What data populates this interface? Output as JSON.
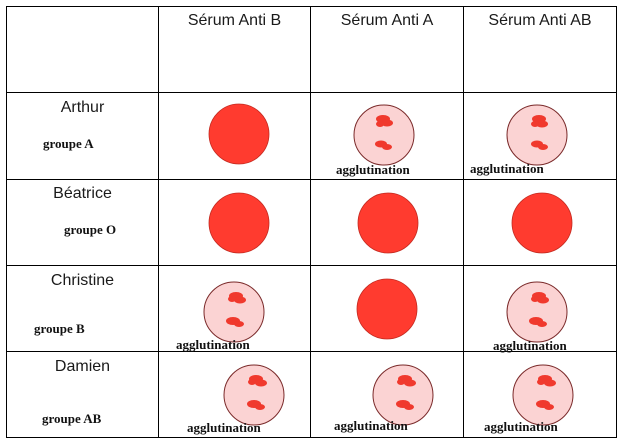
{
  "headers": [
    "Sérum Anti B",
    "Sérum Anti A",
    "Sérum Anti AB"
  ],
  "rows": [
    {
      "name": "Arthur",
      "group": "groupe A",
      "results": [
        {
          "agglutination": false
        },
        {
          "agglutination": true,
          "label": "agglutination"
        },
        {
          "agglutination": true,
          "label": "agglutination"
        }
      ]
    },
    {
      "name": "Béatrice",
      "group": "groupe O",
      "results": [
        {
          "agglutination": false
        },
        {
          "agglutination": false
        },
        {
          "agglutination": false
        }
      ]
    },
    {
      "name": "Christine",
      "group": "groupe B",
      "results": [
        {
          "agglutination": true,
          "label": "agglutination"
        },
        {
          "agglutination": false
        },
        {
          "agglutination": true,
          "label": "agglutination"
        }
      ]
    },
    {
      "name": "Damien",
      "group": "groupe AB",
      "results": [
        {
          "agglutination": true,
          "label": "agglutination"
        },
        {
          "agglutination": true,
          "label": "agglutination"
        },
        {
          "agglutination": true,
          "label": "agglutination"
        }
      ]
    }
  ],
  "colors": {
    "blood": "#ff3b2f",
    "well_outline": "#7a2a2a",
    "agglutinated_bg": "#fbd3d3",
    "clump": "#f0392d"
  }
}
